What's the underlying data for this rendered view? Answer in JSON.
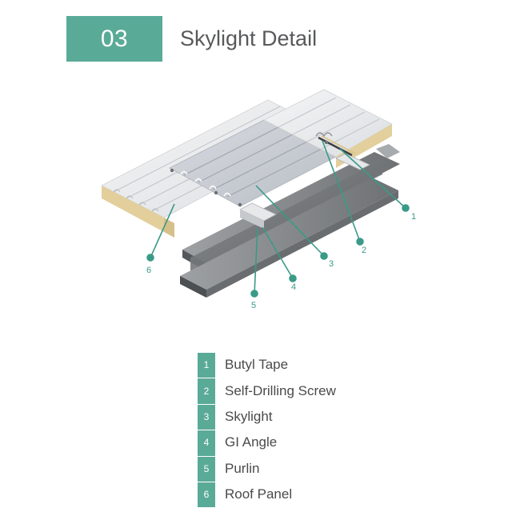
{
  "header": {
    "number": "03",
    "title": "Skylight Detail"
  },
  "colors": {
    "accent": "#5aaa98",
    "callout": "#3a9a88"
  },
  "callouts": [
    "1",
    "2",
    "3",
    "4",
    "5",
    "6"
  ],
  "legend": [
    {
      "num": "1",
      "label": "Butyl Tape"
    },
    {
      "num": "2",
      "label": "Self-Drilling Screw"
    },
    {
      "num": "3",
      "label": "Skylight"
    },
    {
      "num": "4",
      "label": "GI Angle"
    },
    {
      "num": "5",
      "label": "Purlin"
    },
    {
      "num": "6",
      "label": "Roof Panel"
    }
  ]
}
